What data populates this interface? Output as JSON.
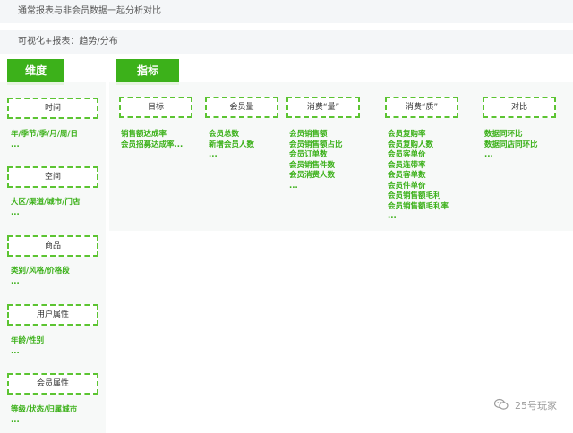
{
  "banners": {
    "line1": "通常报表与非会员数据一起分析对比",
    "line2": "可视化+报表：趋势/分布"
  },
  "tabs": {
    "dimension": "维度",
    "indicator": "指标"
  },
  "dimensions": [
    {
      "label": "时间",
      "items": [
        "年/季节/季/月/周/日",
        "..."
      ]
    },
    {
      "label": "空间",
      "items": [
        "大区/渠道/城市/门店",
        "..."
      ]
    },
    {
      "label": "商品",
      "items": [
        "类别/风格/价格段",
        "..."
      ]
    },
    {
      "label": "用户属性",
      "items": [
        "年龄/性别",
        "..."
      ]
    },
    {
      "label": "会员属性",
      "items": [
        "等级/状态/归属城市",
        "..."
      ]
    }
  ],
  "indicators": [
    {
      "label": "目标",
      "items": [
        "销售额达成率",
        "会员招募达成率..."
      ]
    },
    {
      "label": "会员量",
      "items": [
        "会员总数",
        "新增会员人数",
        "..."
      ]
    },
    {
      "label": "消费“量”",
      "items": [
        "会员销售额",
        "会员销售额占比",
        "会员订单数",
        "会员销售件数",
        "会员消费人数",
        "..."
      ]
    },
    {
      "label": "消费“质”",
      "items": [
        "会员复购率",
        "会员复购人数",
        "会员客单价",
        "会员连带率",
        "会员客单数",
        "会员件单价",
        "会员销售额毛利",
        "会员销售额毛利率",
        "..."
      ]
    },
    {
      "label": "对比",
      "items": [
        "数据同环比",
        "数据同店同环比",
        "..."
      ]
    }
  ],
  "watermark": {
    "text": "25号玩家",
    "icon": "wechat-icon"
  }
}
